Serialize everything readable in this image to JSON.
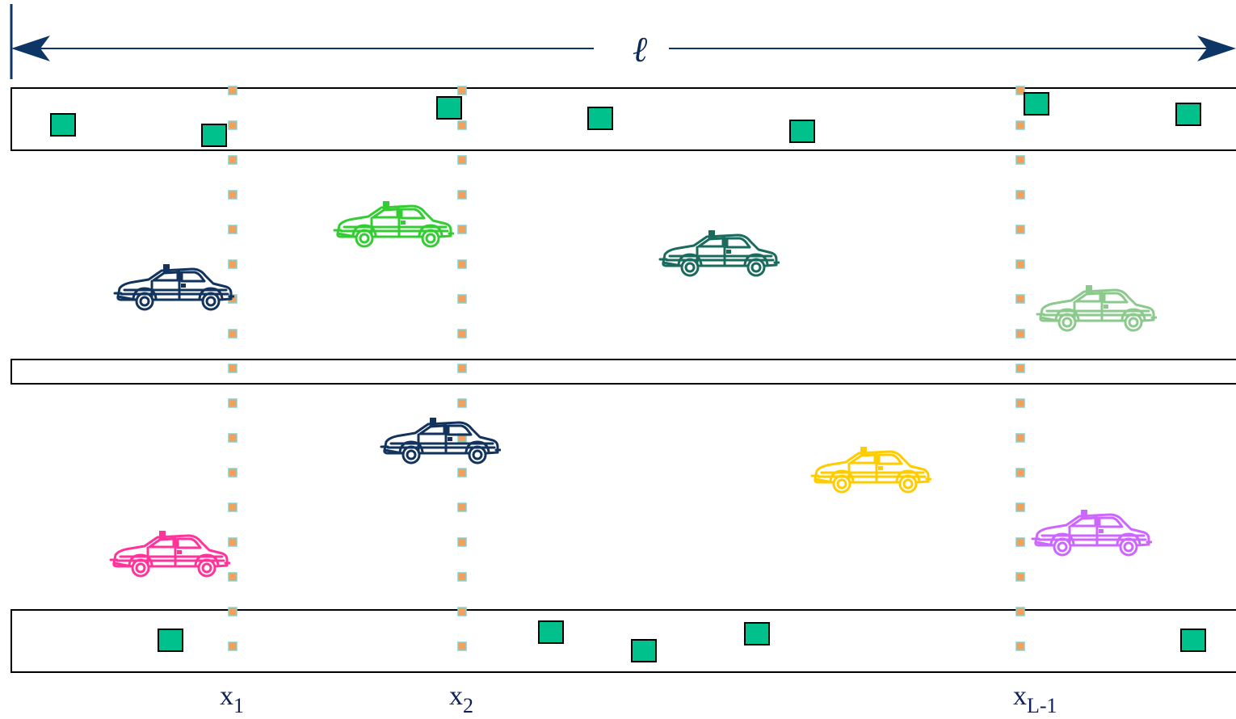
{
  "length_label": "ℓ",
  "section_labels": [
    {
      "main": "x",
      "sub": "1"
    },
    {
      "main": "x",
      "sub": "2"
    },
    {
      "main": "x",
      "sub": "L-1"
    }
  ],
  "colors": {
    "arrow": "#0d3566",
    "road_border": "#000000",
    "node_fill": "#00c08b",
    "node_stroke": "#000000",
    "divider_dot_fill": "#f5a05a",
    "divider_dot_stroke": "#7fd3d0",
    "label": "#0d1f5c"
  },
  "car_colors": {
    "upper_lane": [
      "#12335e",
      "#33cc33",
      "#1a6b5e",
      "#8cc98c"
    ],
    "lower_lane": [
      "#ff3399",
      "#12335e",
      "#ffcc00",
      "#cc66ff"
    ]
  }
}
